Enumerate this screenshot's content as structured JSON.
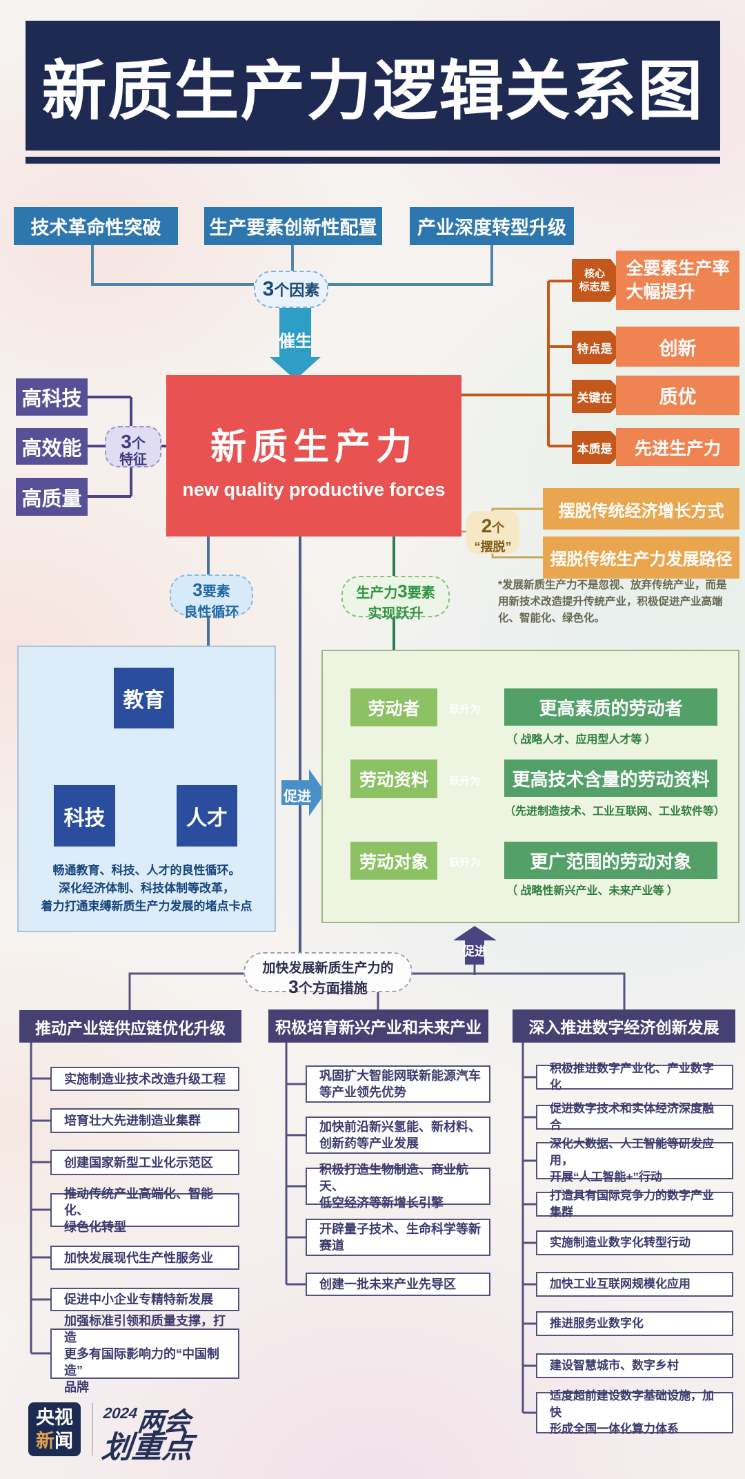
{
  "title": {
    "banner": "新质生产力逻辑关系图"
  },
  "factors": {
    "boxes": [
      "技术革命性突破",
      "生产要素创新性配置",
      "产业深度转型升级"
    ],
    "pill_big": "3",
    "pill_rest": "个因素",
    "arrow_label": "催生"
  },
  "core": {
    "title": "新质生产力",
    "subtitle": "new quality productive forces"
  },
  "traits": {
    "boxes": [
      "高科技",
      "高效能",
      "高质量"
    ],
    "pill_big": "3",
    "pill_mid": "个",
    "pill_line2": "特征"
  },
  "attributes": {
    "rows": [
      {
        "tag": "核心\n标志是",
        "value": "全要素生产率\n大幅提升"
      },
      {
        "tag": "特点是",
        "value": "创新"
      },
      {
        "tag": "关键在",
        "value": "质优"
      },
      {
        "tag": "本质是",
        "value": "先进生产力"
      }
    ]
  },
  "breakaways": {
    "pill_big": "2",
    "pill_mid": "个",
    "pill_line2": "“摆脱”",
    "boxes": [
      "摆脱传统经济增长方式",
      "摆脱传统生产力发展路径"
    ]
  },
  "note": {
    "text": "*发展新质生产力不是忽视、放弃传统产业，而是\n用新技术改造提升传统产业，积极促进产业高端\n化、智能化、绿色化。"
  },
  "cycle": {
    "pill_big": "3",
    "pill_rest": "要素",
    "pill_line2": "良性循环",
    "nodes": [
      "教育",
      "科技",
      "人才"
    ],
    "caption": "畅通教育、科技、人才的良性循环。\n深化经济体制、科技体制等改革，\n着力打通束缚新质生产力发展的堵点卡点"
  },
  "leap": {
    "pill_pre": "生产力",
    "pill_big": "3",
    "pill_rest": "要素",
    "pill_line2": "实现跃升",
    "rows": [
      {
        "label": "劳动者",
        "arrow": "跃升为",
        "result": "更高素质的劳动者",
        "detail": "（ 战略人才、应用型人才等 ）"
      },
      {
        "label": "劳动资料",
        "arrow": "跃升为",
        "result": "更高技术含量的劳动资料",
        "detail": "（先进制造技术、工业互联网、工业软件等）"
      },
      {
        "label": "劳动对象",
        "arrow": "跃升为",
        "result": "更广范围的劳动对象",
        "detail": "（ 战略性新兴产业、未来产业等 ）"
      }
    ]
  },
  "promote_right": "促进",
  "promote_up": "促进",
  "measures": {
    "oval_line1": "加快发展新质生产力的",
    "oval_big": "3",
    "oval_rest": "个方面措施",
    "columns": [
      {
        "header": "推动产业链供应链优化升级",
        "items": [
          "实施制造业技术改造升级工程",
          "培育壮大先进制造业集群",
          "创建国家新型工业化示范区",
          "推动传统产业高端化、智能化、\n绿色化转型",
          "加快发展现代生产性服务业",
          "促进中小企业专精特新发展",
          "加强标准引领和质量支撑，打造\n更多有国际影响力的“中国制造”\n品牌"
        ]
      },
      {
        "header": "积极培育新兴产业和未来产业",
        "items": [
          "巩固扩大智能网联新能源汽车\n等产业领先优势",
          "加快前沿新兴氢能、新材料、\n创新药等产业发展",
          "积极打造生物制造、商业航天、\n低空经济等新增长引擎",
          "开辟量子技术、生命科学等新\n赛道",
          "创建一批未来产业先导区"
        ]
      },
      {
        "header": "深入推进数字经济创新发展",
        "items": [
          "积极推进数字产业化、产业数字化",
          "促进数字技术和实体经济深度融合",
          "深化大数据、人工智能等研发应用，\n开展“人工智能+”行动",
          "打造具有国际竞争力的数字产业集群",
          "实施制造业数字化转型行动",
          "加快工业互联网规模化应用",
          "推进服务业数字化",
          "建设智慧城市、数字乡村",
          "适度超前建设数字基础设施，加快\n形成全国一体化算力体系"
        ]
      }
    ]
  },
  "footer": {
    "logo_line1": "央视",
    "logo_line2_hl": "新",
    "logo_line2_rest": "闻",
    "year": "2024",
    "brand_line1": "两会",
    "brand_line2": "划重点"
  }
}
